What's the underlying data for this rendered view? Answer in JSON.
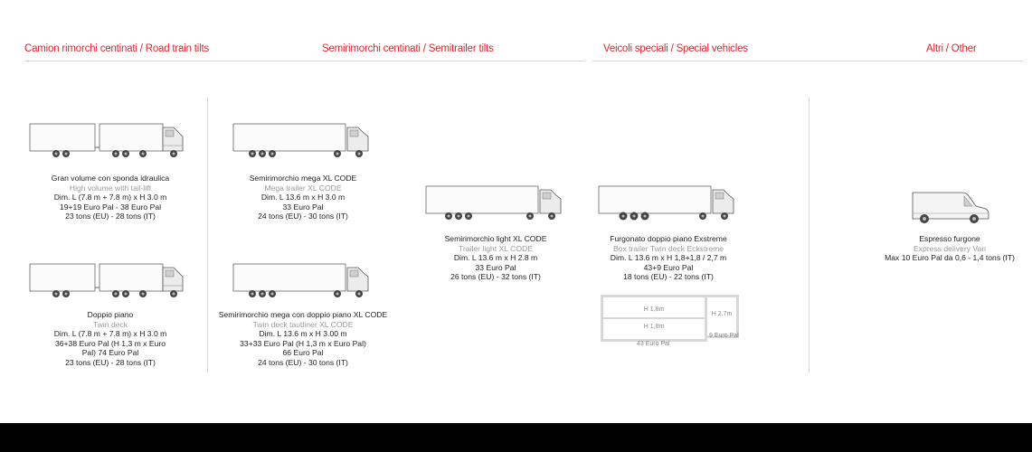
{
  "headers": {
    "road_train": "Camion rimorchi centinati / Road train tilts",
    "semitrailer": "Semirimorchi centinati / Semitrailer tilts",
    "special": "Veicoli speciali / Special vehicles",
    "other": "Altri / Other"
  },
  "vehicles": {
    "v1": {
      "title": "Gran volume con sponda idraulica",
      "subtitle": "High volume with tail-lift",
      "dims": "Dim. L (7.8 m + 7.8 m) x H 3.0 m",
      "pallets": "19+19 Euro Pal - 38 Euro Pal",
      "weight": "23 tons (EU) - 28 tons (IT)"
    },
    "v2": {
      "title": "Doppio piano",
      "subtitle": "Twin deck",
      "dims": "Dim. L (7.8 m + 7.8 m) x H 3.0 m",
      "pallets_1": "36+38 Euro Pal (H 1,3 m x Euro",
      "pallets_2": "Pal) 74 Euro Pal",
      "weight": "23 tons (EU) - 28 tons (IT)"
    },
    "v3": {
      "title": "Semirimorchio mega XL CODE",
      "subtitle": "Mega trailer XL CODE",
      "dims": "Dim. L 13.6 m x H 3.0 m",
      "pallets": "33 Euro Pal",
      "weight": "24 tons (EU) - 30 tons (IT)"
    },
    "v4": {
      "title": "Semirimorchio mega con doppio piano XL CODE",
      "subtitle": "Twin deck tautliner XL CODE",
      "dims": "Dim.  L 13.6 m x H 3.00 m",
      "pallets_1": "33+33 Euro Pal (H 1,3 m x Euro Pal)",
      "pallets_2": "66 Euro Pal",
      "weight": "24 tons (EU) - 30 tons (IT)"
    },
    "v5": {
      "title": "Semirimorchio light XL CODE",
      "subtitle": "Trailer light XL CODE",
      "dims": "Dim. L 13.6 m x H 2.8 m",
      "pallets": "33 Euro Pal",
      "weight": "26 tons (EU) - 32 tons (IT)"
    },
    "v6": {
      "title": "Furgonato doppio piano Exstreme",
      "subtitle": "Box trailer Twin deck Eckstreme",
      "dims": "Dim. L 13.6 m x H 1,8+1,8 / 2,7 m",
      "pallets": "43+9 Euro Pal",
      "weight": "18 tons (EU) - 22 tons (IT)"
    },
    "v7": {
      "title": "Espresso furgone",
      "subtitle": "Express delivery Van",
      "dims": "Max 10 Euro Pal da 0,6 - 1,4 tons (IT)"
    }
  },
  "deck_diagram": {
    "upper": "H 1,8m",
    "lower": "H 1,8m",
    "side": "H 2,7m",
    "main_caption": "43 Euro Pal",
    "side_caption": "9 Euro Pal"
  },
  "colors": {
    "accent": "#e0242a",
    "footer": "#000000"
  }
}
